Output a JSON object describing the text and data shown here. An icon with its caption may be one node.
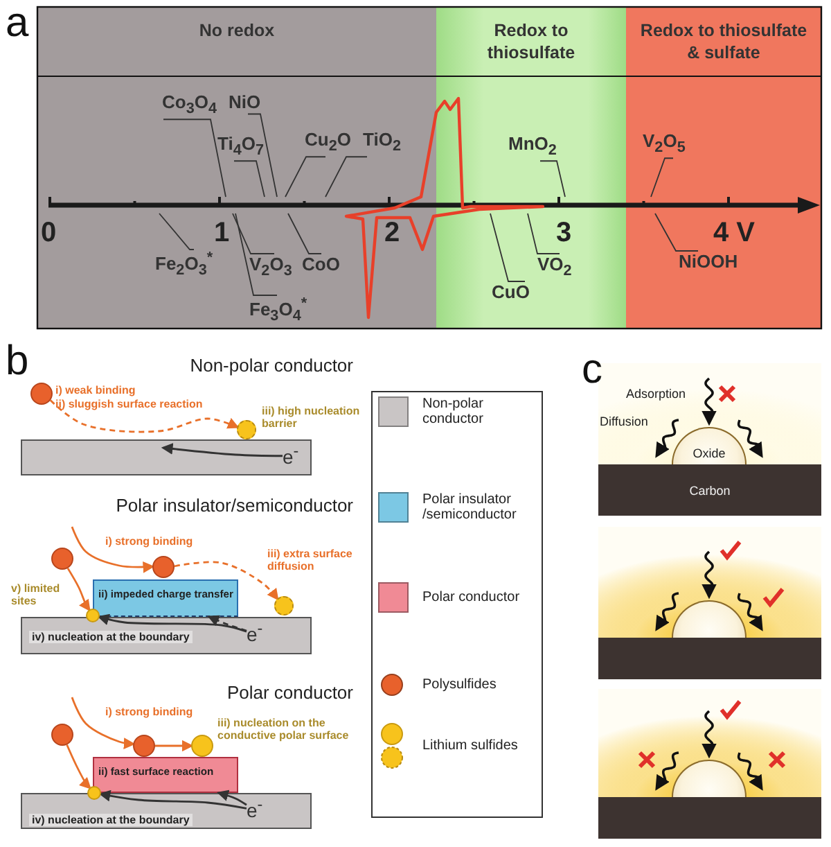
{
  "diagram": {
    "nodes": [
      {
        "text": [
          "No redox"
        ]
      },
      {
        "text": [
          "Redox to thiosulfate"
        ]
      },
      {
        "text": [
          "Redox to thiosulfate & sulfate"
        ]
      },
      {
        "text": [
          "Co$_{3}$O$_{4}$"
        ],
        "in": 0
      },
      {
        "text": [
          "NiO"
        ],
        "in": 0
      },
      {
        "text": [
          "Ti$_{4}$O$_{7}$"
        ],
        "in": 0
      },
      {
        "text": [
          "Cu$_{2}$O"
        ],
        "in": 0
      },
      {
        "text": [
          "TiO$_{2}$"
        ],
        "in": 0
      },
      {
        "text": [
          "MnO$_{2}$"
        ],
        "in": 1
      },
      {
        "text": [
          "V$_{2}$O$_{5}$"
        ],
        "in": 2
      },
      {
        "text": [
          "Fe$_{2}$O$_{3}$$^{*}$"
        ],
        "in": 0
      },
      {
        "text": [
          "V$_{2}$O$_{3}$"
        ],
        "in": 0
      },
      {
        "text": [
          "CoO"
        ],
        "in": 0
      },
      {
        "text": [
          "Fe$_{3}$O$_{4}$$^{*}$"
        ],
        "in": 0
      },
      {
        "text": [
          "VO$_{2}$"
        ],
        "in": 1
      },
      {
        "text": [
          "CuO"
        ],
        "in": 1
      },
      {
        "text": [
          "NiOOH"
        ],
        "in": 2
      },
      {
        "text": [],
        "shape": "circle"
      },
      {
        "text": [],
        "shape": "circle"
      },
      {
        "text": [],
        "shape": "box"
      },
      {
        "text": [],
        "shape": "circle"
      },
      {
        "text": [],
        "shape": "circle"
      },
      {
        "text": [],
        "shape": "circle"
      },
      {
        "text": [
          "ii) impeded charge transfer"
        ]
      },
      {
        "text": [],
        "shape": "circle"
      },
      {
        "text": [
          "iv) nucleation at the boundary"
        ]
      },
      {
        "text": [],
        "shape": "circle"
      },
      {
        "text": [],
        "shape": "circle"
      },
      {
        "text": [],
        "shape": "circle"
      },
      {
        "text": [
          "ii) fast surface reaction"
        ]
      },
      {
        "text": [],
        "shape": "circle"
      },
      {
        "text": [
          "iv) nucleation at the boundary"
        ]
      },
      {
        "text": [
          "Oxide"
        ]
      },
      {
        "text": [
          "Carbon"
        ]
      },
      {
        "text": [],
        "shape": "dome"
      },
      {
        "text": [],
        "shape": "box"
      },
      {
        "text": [],
        "shape": "dome"
      },
      {
        "text": [],
        "shape": "box"
      },
      {
        "text": [],
        "shape": "bar",
        "beside": [
          "0",
          "1",
          "2",
          "3",
          "4 V"
        ]
      },
      {
        "text": [
          "e$^{-}$"
        ],
        "in": 19
      },
      {
        "text": [
          "e$^{-}$"
        ],
        "in": 25
      },
      {
        "text": [
          "e$^{-}$"
        ],
        "in": 31
      }
    ],
    "edges": [
      {
        "from": 17,
        "to": 18,
        "arrow": "to",
        "style": "dashed",
        "color": "#e8702a"
      },
      {
        "from": null,
        "to": 21,
        "arrow": "to",
        "color": "#e8702a"
      },
      {
        "from": 20,
        "to": 24,
        "arrow": "to",
        "color": "#e8702a"
      },
      {
        "from": 21,
        "to": 22,
        "arrow": "to",
        "style": "dashed",
        "color": "#e8702a"
      },
      {
        "from": null,
        "to": 27,
        "arrow": "to",
        "color": "#e8702a"
      },
      {
        "from": 26,
        "to": 30,
        "arrow": "to",
        "color": "#e8702a"
      },
      {
        "from": 27,
        "to": 28,
        "arrow": "to",
        "color": "#e8702a"
      },
      {
        "from": 3,
        "to": 38,
        "arrow": "none"
      },
      {
        "from": 4,
        "to": 38,
        "arrow": "none"
      },
      {
        "from": 5,
        "to": 38,
        "arrow": "none"
      },
      {
        "from": 6,
        "to": 38,
        "arrow": "none"
      },
      {
        "from": 7,
        "to": 38,
        "arrow": "none"
      },
      {
        "from": 8,
        "to": 38,
        "arrow": "none"
      },
      {
        "from": 9,
        "to": 38,
        "arrow": "none"
      },
      {
        "from": 10,
        "to": 38,
        "arrow": "none"
      },
      {
        "from": 11,
        "to": 38,
        "arrow": "none"
      },
      {
        "from": 12,
        "to": 38,
        "arrow": "none"
      },
      {
        "from": 13,
        "to": 38,
        "arrow": "none"
      },
      {
        "from": 14,
        "to": 38,
        "arrow": "none"
      },
      {
        "from": 15,
        "to": 38,
        "arrow": "none"
      },
      {
        "from": 16,
        "to": 38,
        "arrow": "none"
      },
      {
        "from": 39,
        "to": null,
        "arrow": "to"
      },
      {
        "from": 40,
        "to": 24,
        "arrow": "to"
      },
      {
        "from": 40,
        "to": 23,
        "arrow": "to",
        "style": "dashed"
      },
      {
        "from": 41,
        "to": 30,
        "arrow": "to"
      },
      {
        "from": 41,
        "to": 29,
        "arrow": "to"
      }
    ],
    "labels": [
      "a",
      "b",
      "Non-polar conductor",
      "i) weak binding",
      "ii) sluggish surface reaction",
      "iii) high nucleation barrier",
      "Polar insulator/semiconductor",
      "i) strong binding",
      "iii) extra surface diffusion",
      "v) limited sites",
      "Polar conductor",
      "i) strong binding",
      "iii) nucleation on the conductive polar surface",
      "c",
      "Adsorption",
      "Diffusion"
    ],
    "legend": [
      {
        "text": "Non-polar conductor",
        "color": "#c9c5c5"
      },
      {
        "text": "Polar insulator /semiconductor",
        "color": "#7cc8e4"
      },
      {
        "text": "Polar conductor",
        "color": "#f08a95"
      },
      {
        "text": "Polysulfides",
        "color": "#e8612c"
      },
      {
        "text": "Lithium sulfides"
      }
    ]
  }
}
